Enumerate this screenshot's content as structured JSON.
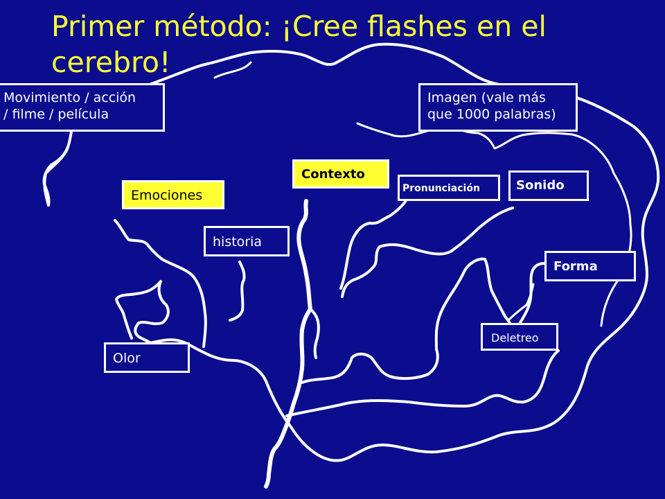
{
  "slide": {
    "title_line1": "Primer método: ¡Cree flashes en el",
    "title_line2": "cerebro!",
    "labels": {
      "movimiento_line1": "Movimiento / acción",
      "movimiento_line2": "/ filme / película",
      "imagen_line1": "Imagen (vale más",
      "imagen_line2": "que 1000 palabras)",
      "contexto": "Contexto",
      "pronunciacion": "Pronunciación",
      "sonido": "Sonido",
      "emociones": "Emociones",
      "historia": "historia",
      "forma": "Forma",
      "deletreo": "Deletreo",
      "olor": "Olor"
    },
    "colors": {
      "background": "#0b0d8e",
      "title": "#ffff33",
      "highlight_box": "#ffff33",
      "line": "#ffffff"
    }
  }
}
